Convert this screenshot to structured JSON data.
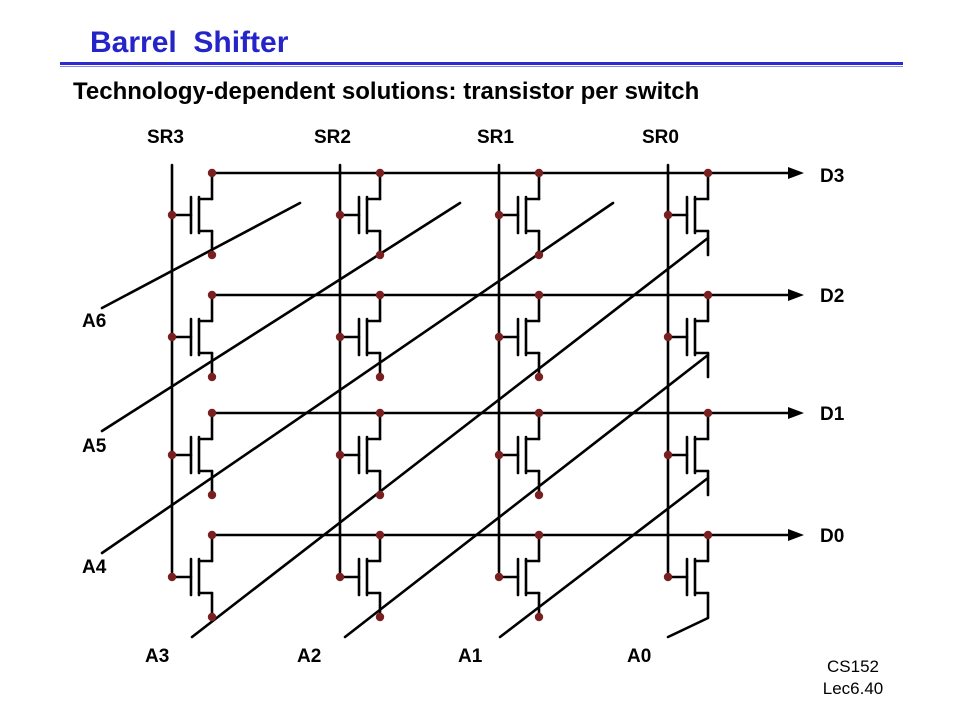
{
  "title": "Barrel  Shifter",
  "subtitle": "Technology-dependent solutions: transistor per switch",
  "footer": {
    "course": "CS152",
    "lecture": "Lec6.40"
  },
  "diagram": {
    "shift_labels": [
      "SR3",
      "SR2",
      "SR1",
      "SR0"
    ],
    "output_labels": [
      "D3",
      "D2",
      "D1",
      "D0"
    ],
    "left_inputs": [
      "A6",
      "A5",
      "A4"
    ],
    "bottom_inputs": [
      "A3",
      "A2",
      "A1",
      "A0"
    ],
    "colors": {
      "wire": "#000000",
      "dot": "#7a1f1f",
      "title": "#2424c8"
    }
  }
}
